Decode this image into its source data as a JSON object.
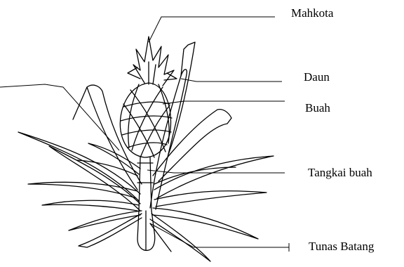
{
  "labels": {
    "mahkota": "Mahkota",
    "daun": "Daun",
    "buah": "Buah",
    "tangkai_buah": "Tangkai buah",
    "tunas_batang": "Tunas Batang"
  },
  "colors": {
    "ink": "#000000",
    "background": "#ffffff"
  }
}
